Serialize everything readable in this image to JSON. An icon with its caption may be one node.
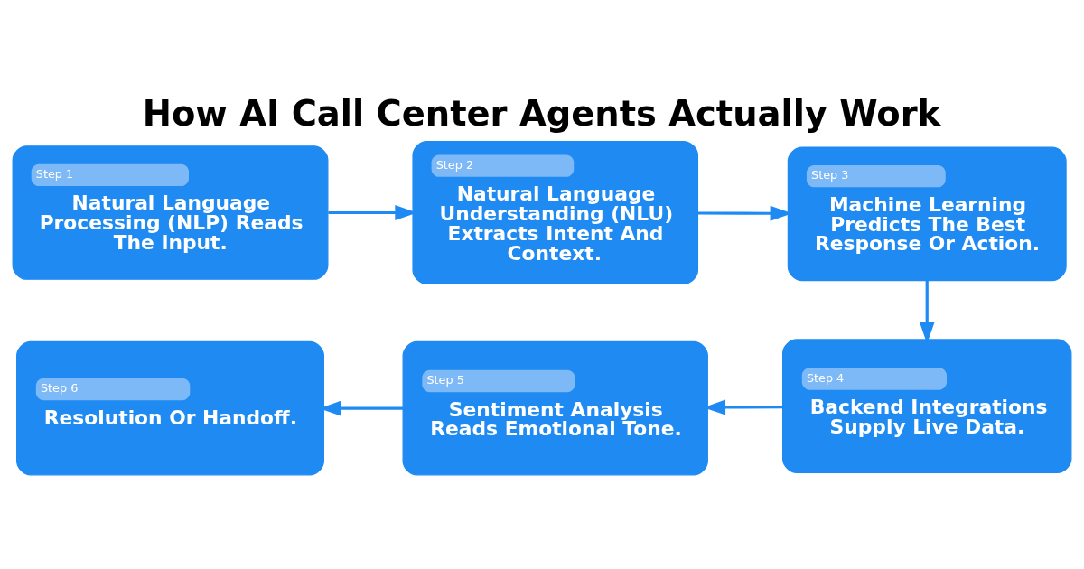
{
  "diagram": {
    "title": "How AI Call Center Agents Actually Work",
    "nodes": [
      {
        "text": [
          "Step 1",
          "Natural Language Processing (NLP) Reads The Input."
        ]
      },
      {
        "text": [
          "Step 2",
          "Natural Language Understanding (NLU) Extracts Intent And Context."
        ]
      },
      {
        "text": [
          "Step 3",
          "Machine Learning Predicts The Best Response Or Action."
        ]
      },
      {
        "text": [
          "Step 4",
          "Backend Integrations Supply Live Data."
        ]
      },
      {
        "text": [
          "Step 5",
          "Sentiment Analysis Reads Emotional Tone."
        ]
      },
      {
        "text": [
          "Step 6",
          "Resolution Or Handoff."
        ]
      }
    ],
    "edges": [
      {
        "from": 0,
        "to": 1,
        "arrow": "to"
      },
      {
        "from": 1,
        "to": 2,
        "arrow": "to"
      },
      {
        "from": 2,
        "to": 3,
        "arrow": "to"
      },
      {
        "from": 3,
        "to": 4,
        "arrow": "to"
      },
      {
        "from": 4,
        "to": 5,
        "arrow": "to"
      }
    ]
  }
}
